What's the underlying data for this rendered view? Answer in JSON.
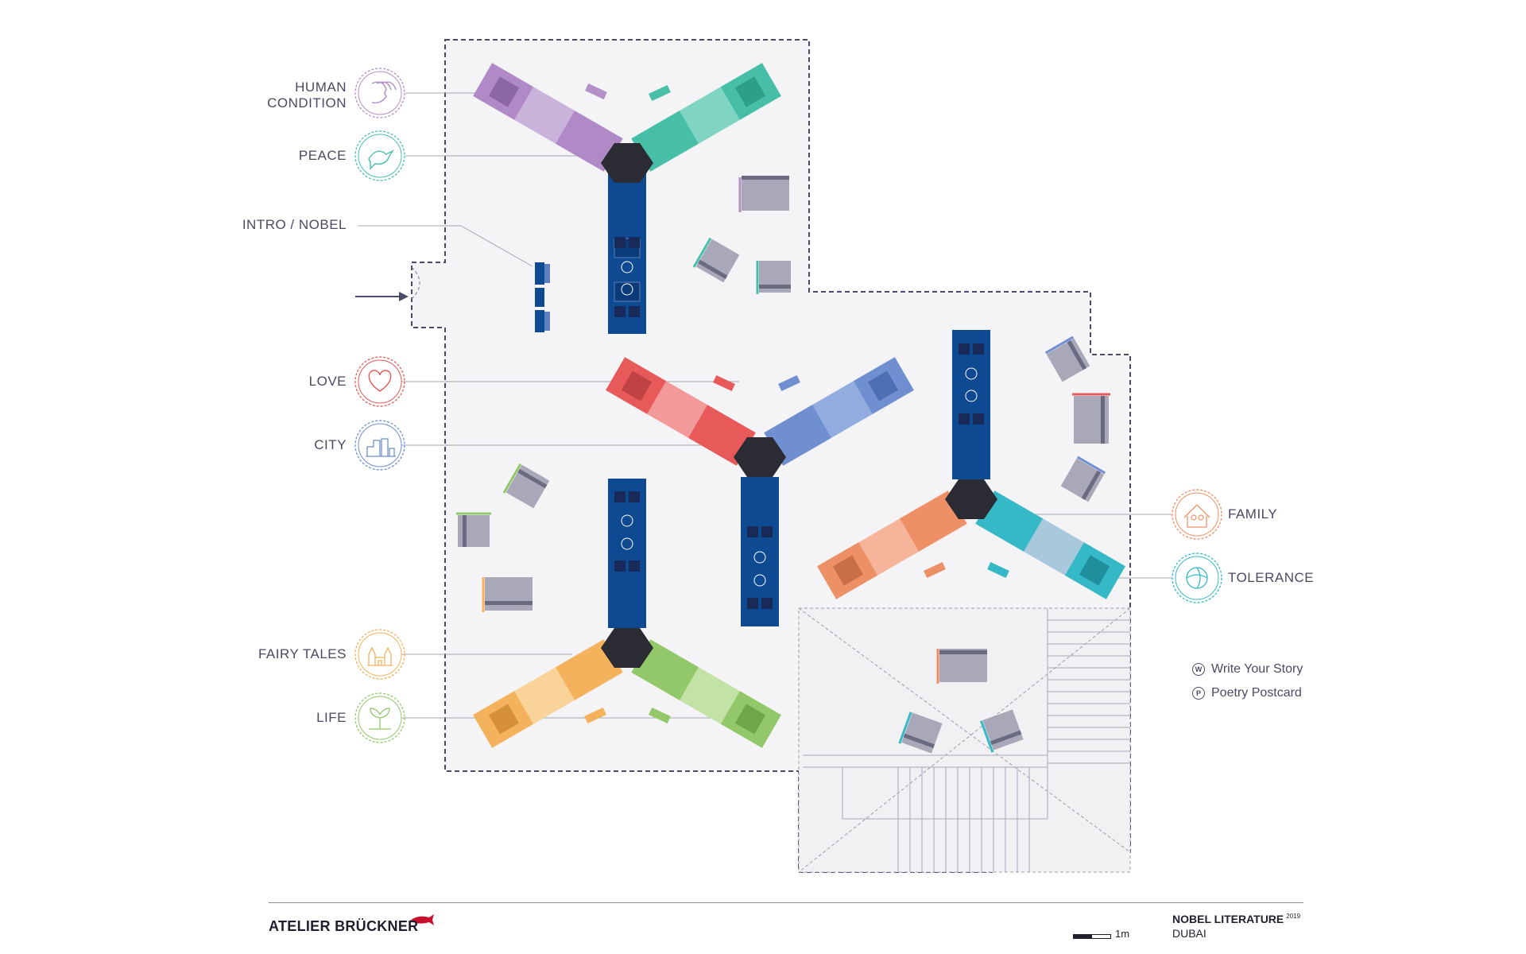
{
  "themes": {
    "human_condition": {
      "label": "HUMAN\nCONDITION",
      "color": "#b48fc8"
    },
    "peace": {
      "label": "PEACE",
      "color": "#48c0a8"
    },
    "intro": {
      "label": "INTRO / NOBEL",
      "color": "#16438a"
    },
    "love": {
      "label": "LOVE",
      "color": "#e85a5a"
    },
    "city": {
      "label": "CITY",
      "color": "#6f8fd0"
    },
    "fairy_tales": {
      "label": "FAIRY TALES",
      "color": "#f2b558"
    },
    "life": {
      "label": "LIFE",
      "color": "#92c86a"
    },
    "family": {
      "label": "FAMILY",
      "color": "#ee9066"
    },
    "tolerance": {
      "label": "TOLERANCE",
      "color": "#35b9c6"
    }
  },
  "legend": {
    "write": {
      "symbol": "W",
      "label": "Write Your Story"
    },
    "postcard": {
      "symbol": "P",
      "label": "Poetry Postcard"
    }
  },
  "footer": {
    "logo": "ATELIER BRÜCKNER",
    "project": "NOBEL LITERATURE",
    "year": "2019",
    "city": "DUBAI",
    "scale": "1m"
  },
  "colors": {
    "floor": "#f4f4f6",
    "outline": "#4a4a6a",
    "hub": "#2b2b33",
    "stem": "#0e4a92",
    "furniture": "#a9a8b8"
  }
}
